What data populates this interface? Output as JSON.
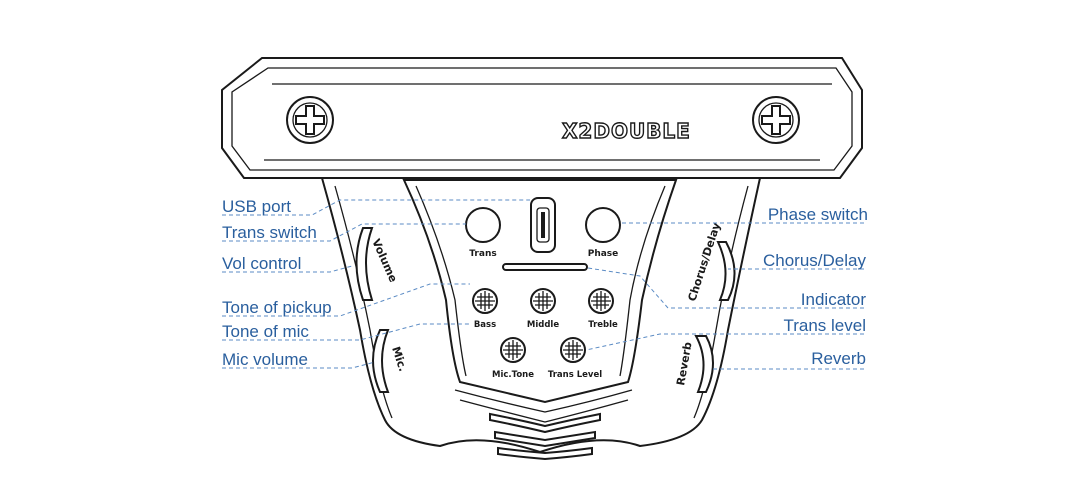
{
  "device": {
    "brand": "X2DOUBLE",
    "panel": {
      "trans_label": "Trans",
      "phase_label": "Phase",
      "bass_label": "Bass",
      "middle_label": "Middle",
      "treble_label": "Treble",
      "mic_tone_label": "Mic.Tone",
      "trans_level_label": "Trans Level"
    },
    "side_labels": {
      "volume": "Volume",
      "mic": "Mic.",
      "chorus_delay": "Chorus/Delay",
      "reverb": "Reverb"
    }
  },
  "callouts": {
    "left": [
      "USB port",
      "Trans switch",
      "Vol control",
      "Tone of pickup",
      "Tone of mic",
      "Mic volume"
    ],
    "right": [
      "Phase switch",
      "Chorus/Delay",
      "Indicator",
      "Trans level",
      "Reverb"
    ]
  },
  "colors": {
    "callout_text": "#2a5f9e",
    "leader_line": "#5b8bc4",
    "outline": "#1a1a1a"
  }
}
